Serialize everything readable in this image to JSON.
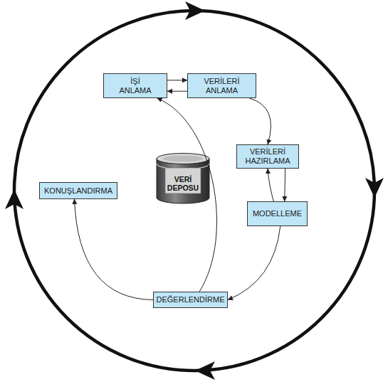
{
  "diagram": {
    "nodes": [
      {
        "text": [
          "İŞİ ANLAMA"
        ]
      },
      {
        "text": [
          "VERİLERİ ANLAMA"
        ]
      },
      {
        "text": [
          "VERİLERİ HAZIRLAMA"
        ]
      },
      {
        "text": [
          "VERİ DEPOSU"
        ]
      },
      {
        "text": [
          "KONUŞLANDIRMA"
        ]
      },
      {
        "text": [
          "MODELLEME"
        ]
      },
      {
        "text": [
          "DEĞERLENDİRME"
        ]
      }
    ],
    "edges": [
      {
        "from": 0,
        "to": 1,
        "arrow": "to"
      },
      {
        "from": 1,
        "to": 0,
        "arrow": "to"
      },
      {
        "from": 1,
        "to": 2,
        "arrow": "to"
      },
      {
        "from": 2,
        "to": 5,
        "arrow": "to"
      },
      {
        "from": 5,
        "to": 2,
        "arrow": "to"
      },
      {
        "from": 5,
        "to": 6,
        "arrow": "to"
      },
      {
        "from": 6,
        "to": 0,
        "arrow": "to"
      },
      {
        "from": 6,
        "to": 4,
        "arrow": "to"
      }
    ]
  }
}
